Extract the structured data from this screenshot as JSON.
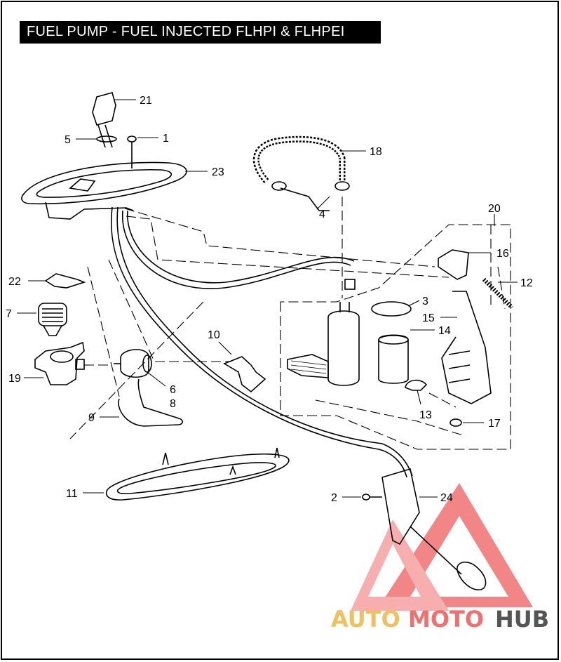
{
  "title": "FUEL PUMP - FUEL INJECTED FLHPI & FLHPEI",
  "callouts": {
    "c1": "1",
    "c2": "2",
    "c3": "3",
    "c4": "4",
    "c5": "5",
    "c6": "6",
    "c7": "7",
    "c8": "8",
    "c9": "9",
    "c10": "10",
    "c11": "11",
    "c12": "12",
    "c13": "13",
    "c14": "14",
    "c15": "15",
    "c16": "16",
    "c17": "17",
    "c18": "18",
    "c19": "19",
    "c20": "20",
    "c21": "21",
    "c22": "22",
    "c23": "23",
    "c24": "24"
  },
  "watermark": {
    "part1": "AUTO",
    "part2": "MOTO",
    "part3": "HUB",
    "color_auto": "#f0c060",
    "color_moto": "#f07070",
    "color_hub": "#555555",
    "triangle_color": "#f07070"
  }
}
